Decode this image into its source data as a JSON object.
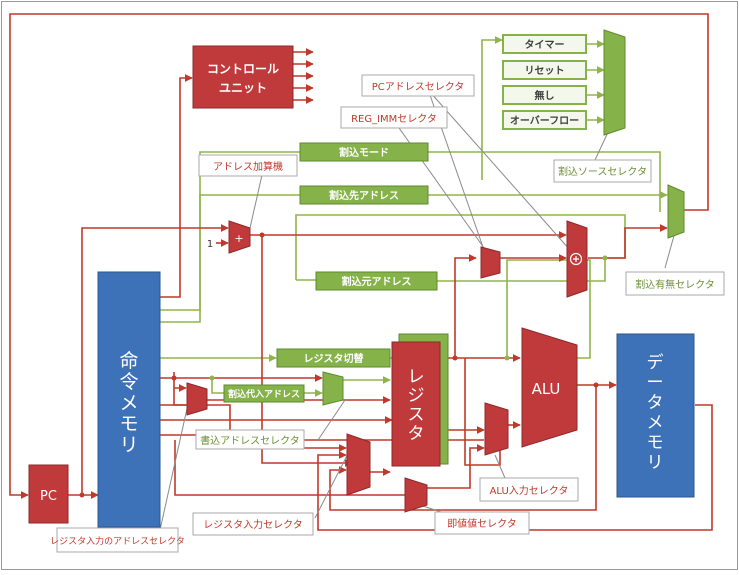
{
  "blocks": {
    "control_unit": [
      "コントロール",
      "ユニット"
    ],
    "instruction_memory": [
      "命",
      "令",
      "メ",
      "モ",
      "リ"
    ],
    "register": [
      "レ",
      "ジ",
      "ス",
      "タ"
    ],
    "data_memory": [
      "デ",
      "ー",
      "タ",
      "メ",
      "モ",
      "リ"
    ],
    "pc": "PC",
    "alu": "ALU",
    "adder_plus": "+",
    "adder_const": "1"
  },
  "green_boxes": {
    "timer": "タイマー",
    "reset": "リセット",
    "none": "無し",
    "overflow": "オーバーフロー",
    "int_mode": "割込モード",
    "int_dest_addr": "割込先アドレス",
    "int_src_addr": "割込元アドレス",
    "reg_switch": "レジスタ切替",
    "int_sub_addr": "割込代入アドレス"
  },
  "labels": {
    "pc_addr_selector": "PCアドレスセレクタ",
    "reg_imm_selector": "REG_IMMセレクタ",
    "addr_adder": "アドレス加算機",
    "int_source_selector": "割込ソースセレクタ",
    "int_enable_selector": "割込有無セレクタ",
    "write_addr_selector": "書込アドレスセレクタ",
    "alu_input_selector": "ALU入力セレクタ",
    "reg_input_selector": "レジスタ入力セレクタ",
    "imm_selector": "即値値セレクタ",
    "reg_input_addr_selector": "レジスタ入力のアドレスセレクタ"
  },
  "colors": {
    "red_block": "#c0393b",
    "blue_block": "#3d72b8",
    "green_box": "#86b24a",
    "red_wire": "#c0392b",
    "green_wire": "#8fb54a",
    "gray_line": "#8a8a8a"
  }
}
